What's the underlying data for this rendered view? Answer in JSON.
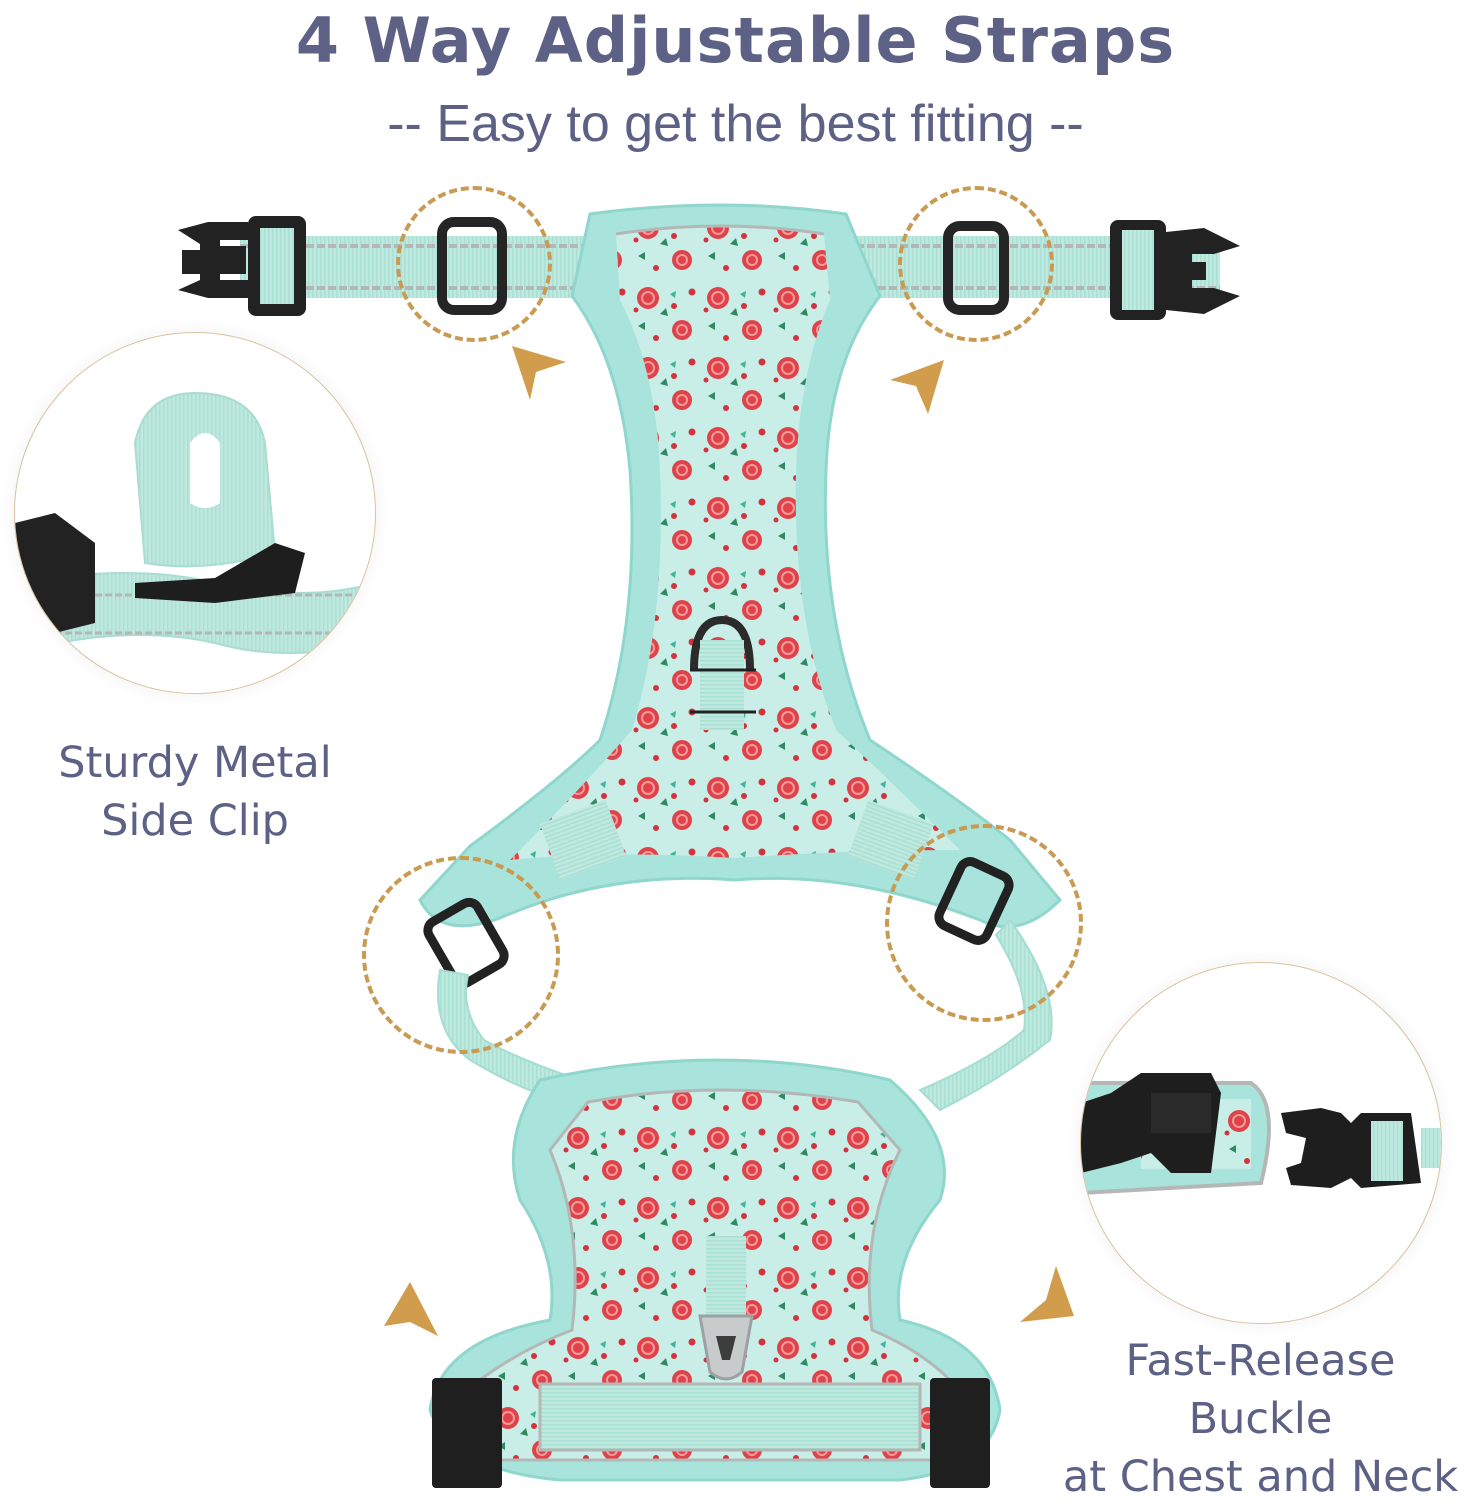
{
  "header": {
    "title": "4 Way Adjustable Straps",
    "subtitle": "-- Easy to get the best fitting --"
  },
  "callouts": [
    {
      "id": "side-clip",
      "label_line1": "Sturdy Metal",
      "label_line2": "Side Clip"
    },
    {
      "id": "buckle",
      "label_line1": "Fast-Release Buckle",
      "label_line2": "at Chest  and Neck"
    }
  ],
  "colors": {
    "text": "#5e6186",
    "accent_gold": "#c99a52",
    "harness_mint": "#a8e3dc",
    "strap_mint": "#bfe8df",
    "rose_red": "#e0424a",
    "leaf_green": "#2f8a63",
    "buckle_black": "#1e1e1e",
    "reflective_gray": "#b3b8b6"
  },
  "icons": {
    "pointer": "triangle-pointer-icon",
    "adjuster": "slide-adjuster-icon",
    "buckle": "quick-release-buckle-icon",
    "d_ring": "d-ring-icon"
  }
}
